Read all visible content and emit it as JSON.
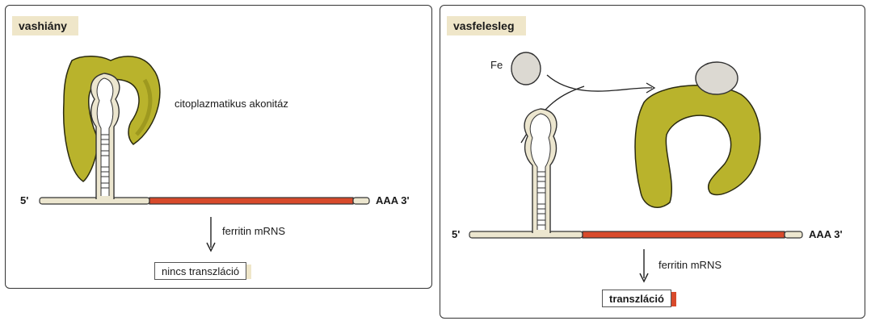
{
  "colors": {
    "protein": "#b9b32c",
    "protein_dark": "#8c8718",
    "rna": "#ece6cf",
    "coding": "#d84a2b",
    "iron": "#dcd9d2"
  },
  "left_panel": {
    "title": "vashiány",
    "protein_label": "citoplazmatikus akonitáz",
    "five_prime": "5'",
    "three_prime": "AAA  3'",
    "mrna_label": "ferritin mRNS",
    "result": "nincs transzláció"
  },
  "right_panel": {
    "title": "vasfelesleg",
    "iron_label": "Fe",
    "five_prime": "5'",
    "three_prime": "AAA  3'",
    "mrna_label": "ferritin mRNS",
    "result": "transzláció"
  }
}
